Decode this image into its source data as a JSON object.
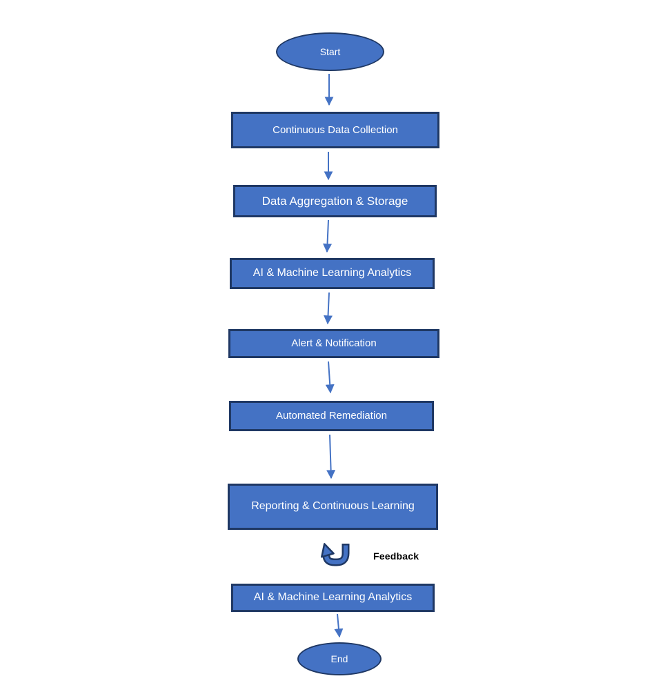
{
  "palette": {
    "background": "#FFFFFF",
    "node_fill": "#4472C4",
    "node_border": "#1F3864",
    "arrow_color": "#4472C4",
    "node_text_color": "#FFFFFF",
    "feedback_text_color": "#000000"
  },
  "flowchart": {
    "start_label": "Start",
    "steps": [
      {
        "label": "Continuous Data Collection"
      },
      {
        "label": "Data Aggregation & Storage"
      },
      {
        "label": "AI & Machine Learning Analytics"
      },
      {
        "label": "Alert & Notification"
      },
      {
        "label": "Automated Remediation"
      },
      {
        "label": "Reporting & Continuous Learning"
      },
      {
        "label": "AI & Machine Learning Analytics"
      }
    ],
    "feedback_label": "Feedback",
    "end_label": "End",
    "icons": [
      {
        "name": "feedback-loop-icon",
        "glyph": "u-turn-arrow"
      }
    ]
  }
}
